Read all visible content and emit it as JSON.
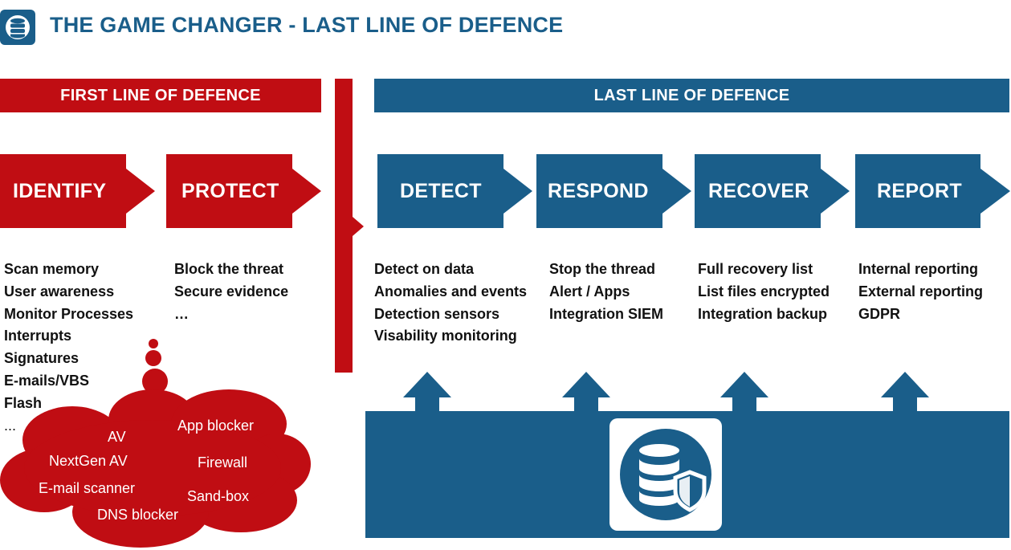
{
  "title": "THE GAME CHANGER - LAST LINE OF DEFENCE",
  "colors": {
    "red": "#c00d13",
    "blue": "#1a5e8a",
    "text": "#111111",
    "white": "#ffffff"
  },
  "icons": {
    "logo": "database-icon",
    "shield": "database-shield-icon",
    "arrow": "up-arrow-icon"
  },
  "first_line": {
    "label": "FIRST LINE OF DEFENCE",
    "steps": [
      {
        "label": "IDENTIFY",
        "items": [
          "Scan memory",
          "User awareness",
          "Monitor Processes",
          "Interrupts",
          "Signatures",
          "E-mails/VBS",
          "Flash",
          "..."
        ]
      },
      {
        "label": "PROTECT",
        "items": [
          "Block the threat",
          "Secure evidence",
          "…"
        ]
      }
    ]
  },
  "last_line": {
    "label": "LAST LINE OF DEFENCE",
    "steps": [
      {
        "label": "DETECT",
        "items": [
          "Detect on data",
          "Anomalies and events",
          "Detection sensors",
          "Visability monitoring"
        ]
      },
      {
        "label": "RESPOND",
        "items": [
          "Stop the thread",
          "Alert / Apps",
          "Integration SIEM"
        ]
      },
      {
        "label": "RECOVER",
        "items": [
          "Full recovery list",
          "List files encrypted",
          "Integration backup"
        ]
      },
      {
        "label": "REPORT",
        "items": [
          "Internal reporting",
          "External reporting",
          "GDPR"
        ]
      }
    ]
  },
  "cloud": {
    "av": "AV",
    "app_blocker": "App blocker",
    "nextgen_av": "NextGen AV",
    "firewall": "Firewall",
    "email_scanner": "E-mail scanner",
    "sandbox": "Sand-box",
    "dns_blocker": "DNS blocker"
  }
}
